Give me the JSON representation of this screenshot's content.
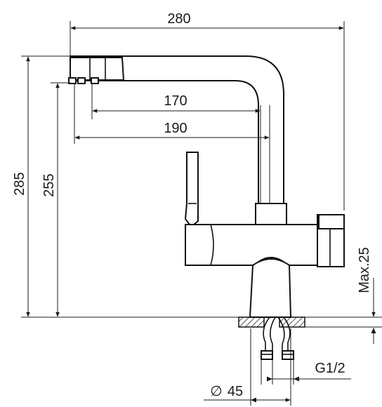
{
  "drawing": {
    "dimensions": {
      "overall_width": "280",
      "spout_reach_170": "170",
      "spout_reach_190": "190",
      "overall_height": "285",
      "spout_height": "255",
      "max_thickness": "Max.25",
      "thread": "G1/2",
      "hole_diameter": "45",
      "diameter_symbol": "∅"
    }
  }
}
